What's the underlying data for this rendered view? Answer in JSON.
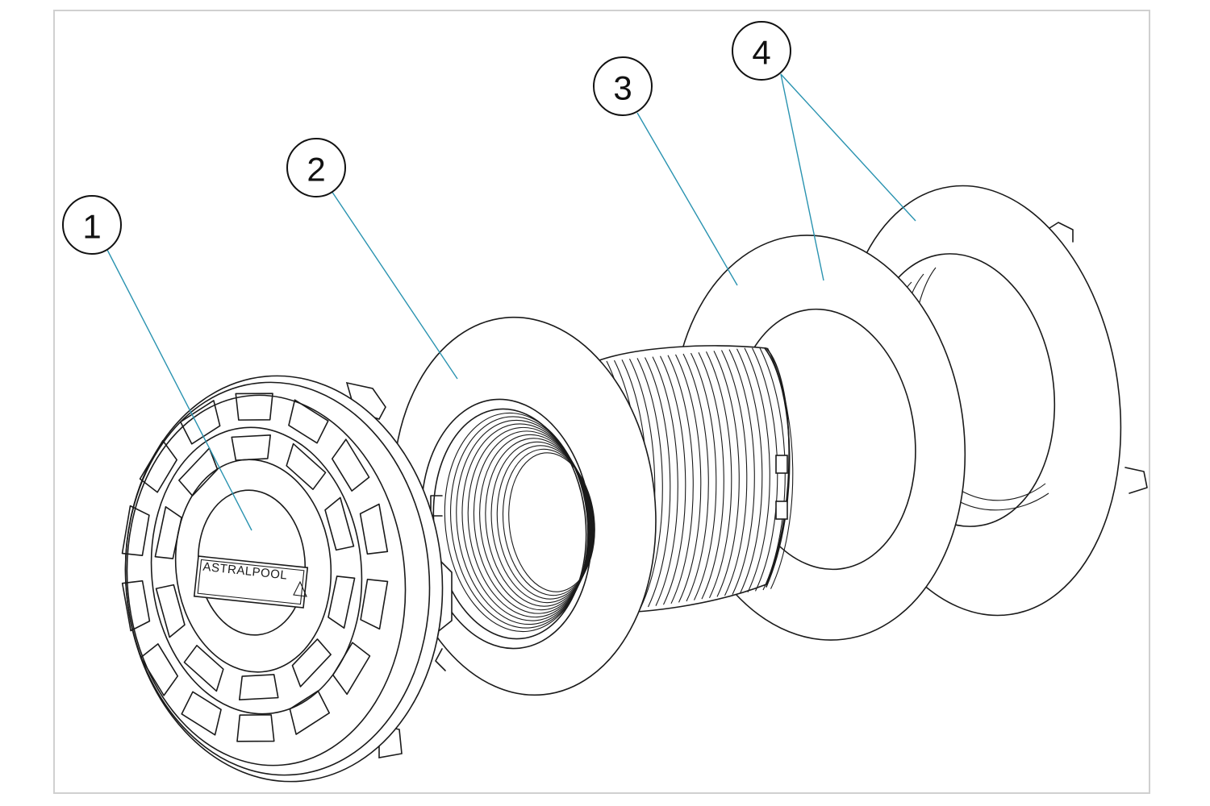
{
  "logo": {
    "text": "ASTRALPOOL"
  },
  "callouts": [
    {
      "label": "1",
      "part": "grille-cover"
    },
    {
      "label": "2",
      "part": "threaded-body-flange"
    },
    {
      "label": "3",
      "part": "gasket"
    },
    {
      "label": "4",
      "part": "gaskets"
    }
  ],
  "colors": {
    "leader": "#2a93b0",
    "line": "#1a1a1a",
    "frame": "#d0d0d0"
  }
}
